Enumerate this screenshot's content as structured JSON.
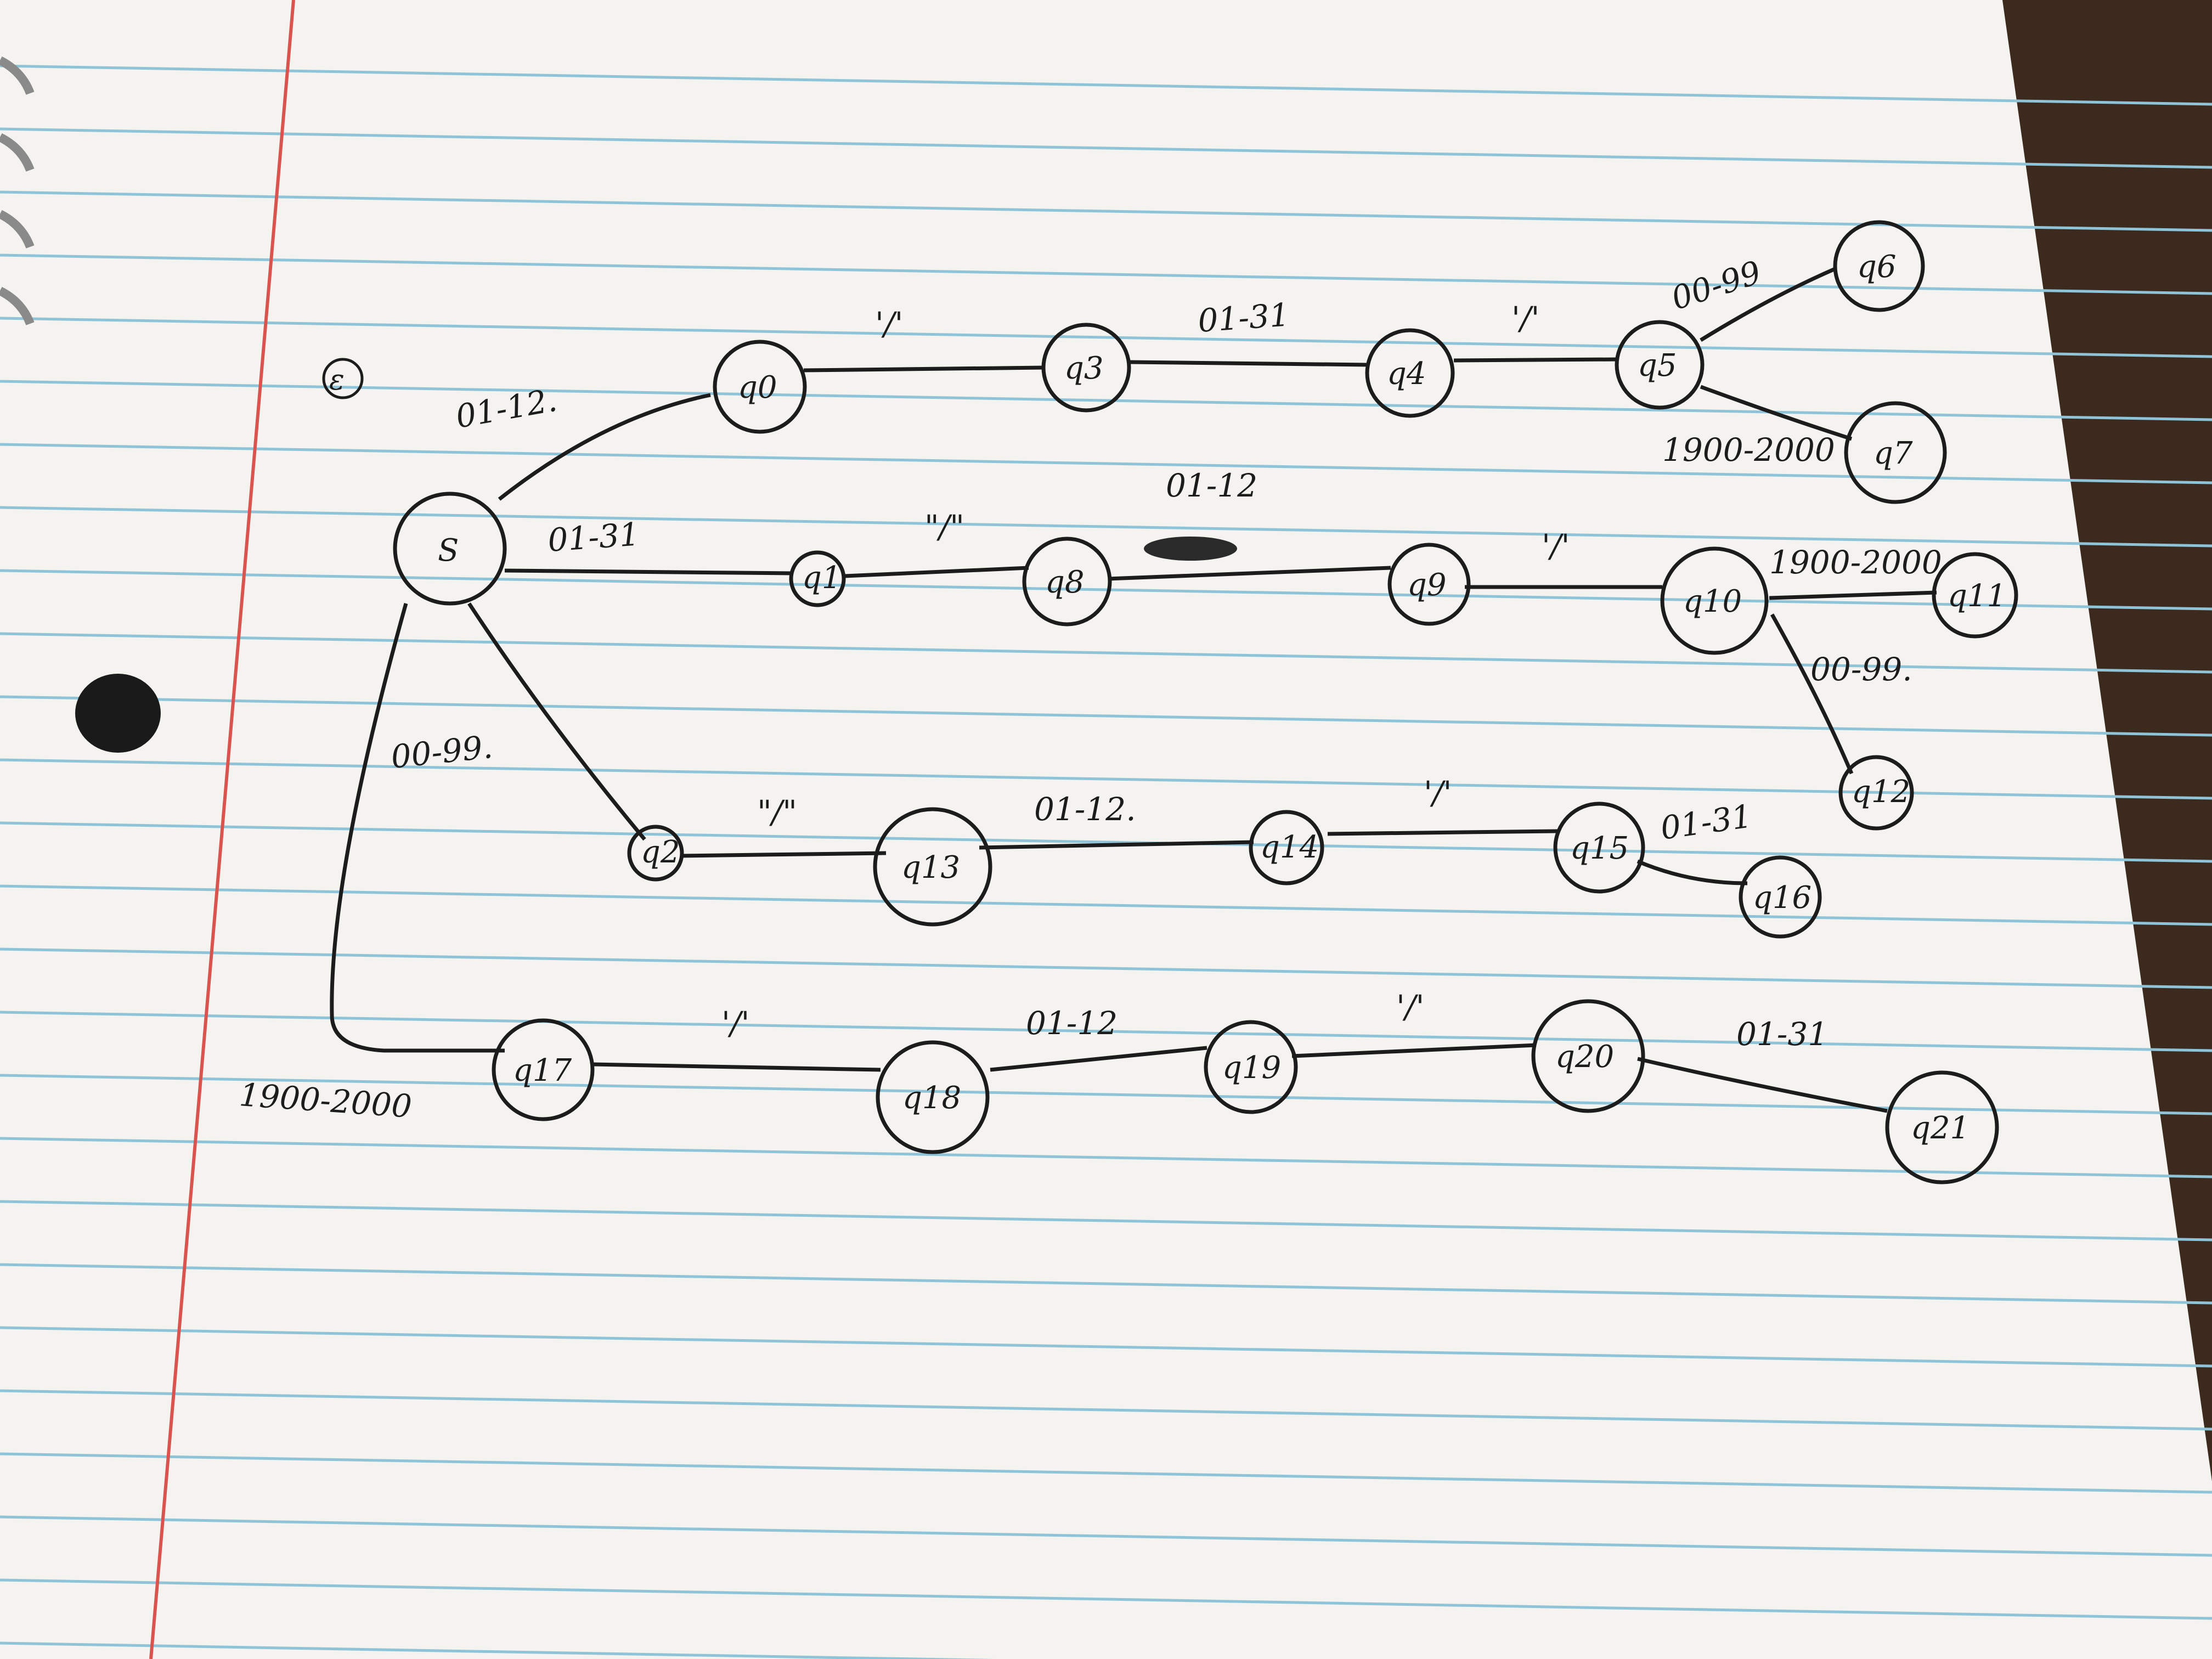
{
  "diagram": {
    "corner_mark": "ε",
    "nodes": [
      {
        "id": "S",
        "label": "S"
      },
      {
        "id": "q0",
        "label": "q0"
      },
      {
        "id": "q3",
        "label": "q3"
      },
      {
        "id": "q4",
        "label": "q4"
      },
      {
        "id": "q5",
        "label": "q5"
      },
      {
        "id": "q6",
        "label": "q6"
      },
      {
        "id": "q7",
        "label": "q7"
      },
      {
        "id": "q1",
        "label": "q1"
      },
      {
        "id": "q8",
        "label": "q8"
      },
      {
        "id": "q9",
        "label": "q9"
      },
      {
        "id": "q10",
        "label": "q10"
      },
      {
        "id": "q11",
        "label": "q11"
      },
      {
        "id": "q12",
        "label": "q12"
      },
      {
        "id": "q2",
        "label": "q2"
      },
      {
        "id": "q13",
        "label": "q13"
      },
      {
        "id": "q14",
        "label": "q14"
      },
      {
        "id": "q15",
        "label": "q15"
      },
      {
        "id": "q16",
        "label": "q16"
      },
      {
        "id": "q17",
        "label": "q17"
      },
      {
        "id": "q18",
        "label": "q18"
      },
      {
        "id": "q19",
        "label": "q19"
      },
      {
        "id": "q20",
        "label": "q20"
      },
      {
        "id": "q21",
        "label": "q21"
      }
    ],
    "edges": [
      {
        "from": "S",
        "to": "q0",
        "label": "01-12."
      },
      {
        "from": "q0",
        "to": "q3",
        "label": "'/'"
      },
      {
        "from": "q3",
        "to": "q4",
        "label": "01-31"
      },
      {
        "from": "q4",
        "to": "q5",
        "label": "'/'"
      },
      {
        "from": "q5",
        "to": "q6",
        "label": "00-99"
      },
      {
        "from": "q5",
        "to": "q7",
        "label": "1900-2000"
      },
      {
        "from": "S",
        "to": "q1",
        "label": "01-31"
      },
      {
        "from": "q1",
        "to": "q8",
        "label": "\"/\""
      },
      {
        "from": "q8",
        "to": "q9",
        "label": "01-12"
      },
      {
        "from": "q9",
        "to": "q10",
        "label": "'/'"
      },
      {
        "from": "q10",
        "to": "q11",
        "label": "1900-2000"
      },
      {
        "from": "q10",
        "to": "q12",
        "label": "00-99."
      },
      {
        "from": "S",
        "to": "q2",
        "label": "00-99."
      },
      {
        "from": "q2",
        "to": "q13",
        "label": "\"/\""
      },
      {
        "from": "q13",
        "to": "q14",
        "label": "01-12."
      },
      {
        "from": "q14",
        "to": "q15",
        "label": "'/'"
      },
      {
        "from": "q15",
        "to": "q16",
        "label": "01-31"
      },
      {
        "from": "S",
        "to": "q17",
        "label": "1900-2000"
      },
      {
        "from": "q17",
        "to": "q18",
        "label": "'/'"
      },
      {
        "from": "q18",
        "to": "q19",
        "label": "01-12"
      },
      {
        "from": "q19",
        "to": "q20",
        "label": "'/'"
      },
      {
        "from": "q20",
        "to": "q21",
        "label": "01-31"
      }
    ]
  }
}
